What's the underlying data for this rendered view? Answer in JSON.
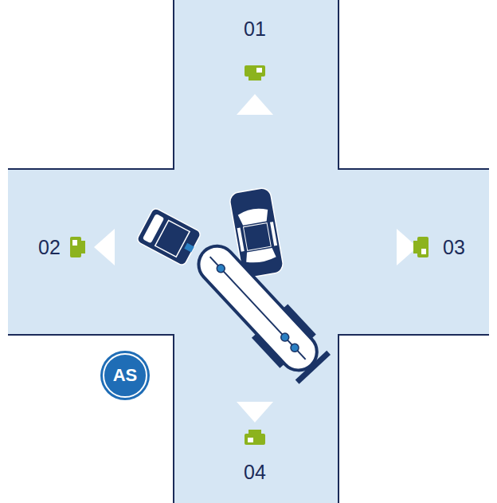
{
  "diagram": {
    "nodes": [
      {
        "text": [
          "AS"
        ]
      }
    ],
    "labels": [
      "01",
      "02",
      "03",
      "04"
    ]
  }
}
